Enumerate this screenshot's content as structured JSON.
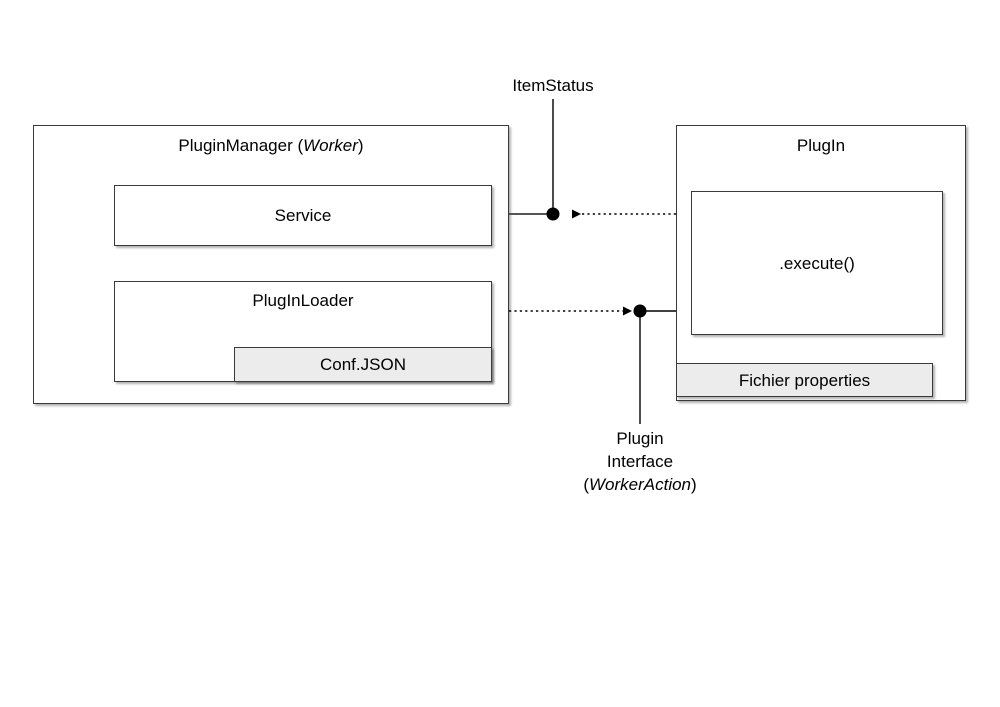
{
  "diagram": {
    "type": "component-diagram",
    "title": "",
    "background": "#ffffff",
    "stroke_color": "#3a3a3a",
    "shaded_fill": "#ececec",
    "text_color": "#000000"
  },
  "left_component": {
    "title_main": "PluginManager (",
    "title_italic": "Worker",
    "title_close": ")",
    "children": [
      {
        "label": "Service"
      },
      {
        "label": "PlugInLoader"
      },
      {
        "label": "Conf.JSON"
      }
    ]
  },
  "right_component": {
    "title": "PlugIn",
    "children": [
      {
        "label": ".execute()"
      },
      {
        "label": "Fichier properties"
      }
    ]
  },
  "connectors": {
    "top": {
      "label": "ItemStatus",
      "direction": "right-to-left",
      "line_style": "dotted",
      "arrowhead": "left"
    },
    "bottom": {
      "label_line1": "Plugin",
      "label_line2": "Interface",
      "label_line3_open": "(",
      "label_line3_italic": "WorkerAction",
      "label_line3_close": ")",
      "direction": "left-to-right",
      "line_style": "dotted",
      "arrowhead": "right"
    }
  }
}
